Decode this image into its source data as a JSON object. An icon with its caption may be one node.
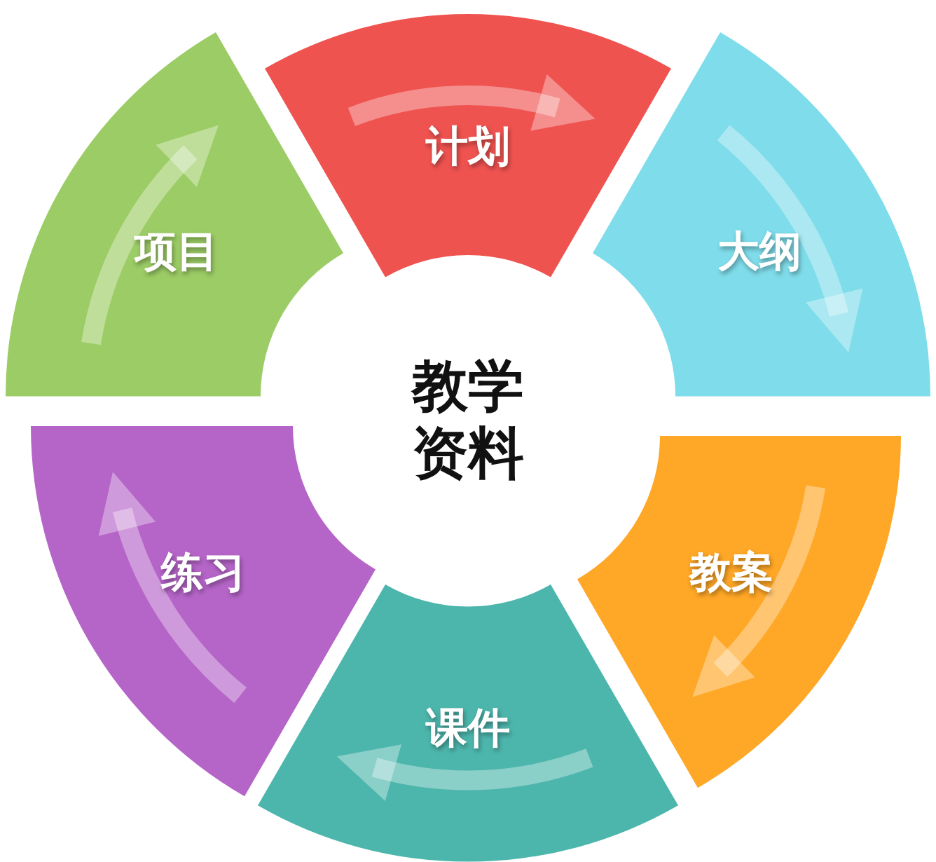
{
  "diagram": {
    "nodes": [
      {
        "text": [
          "教学资料"
        ]
      },
      {
        "text": [
          "计划"
        ]
      },
      {
        "text": [
          "大纲"
        ]
      },
      {
        "text": [
          "教案"
        ]
      },
      {
        "text": [
          "课件"
        ]
      },
      {
        "text": [
          "练习"
        ]
      },
      {
        "text": [
          "项目"
        ]
      }
    ]
  }
}
